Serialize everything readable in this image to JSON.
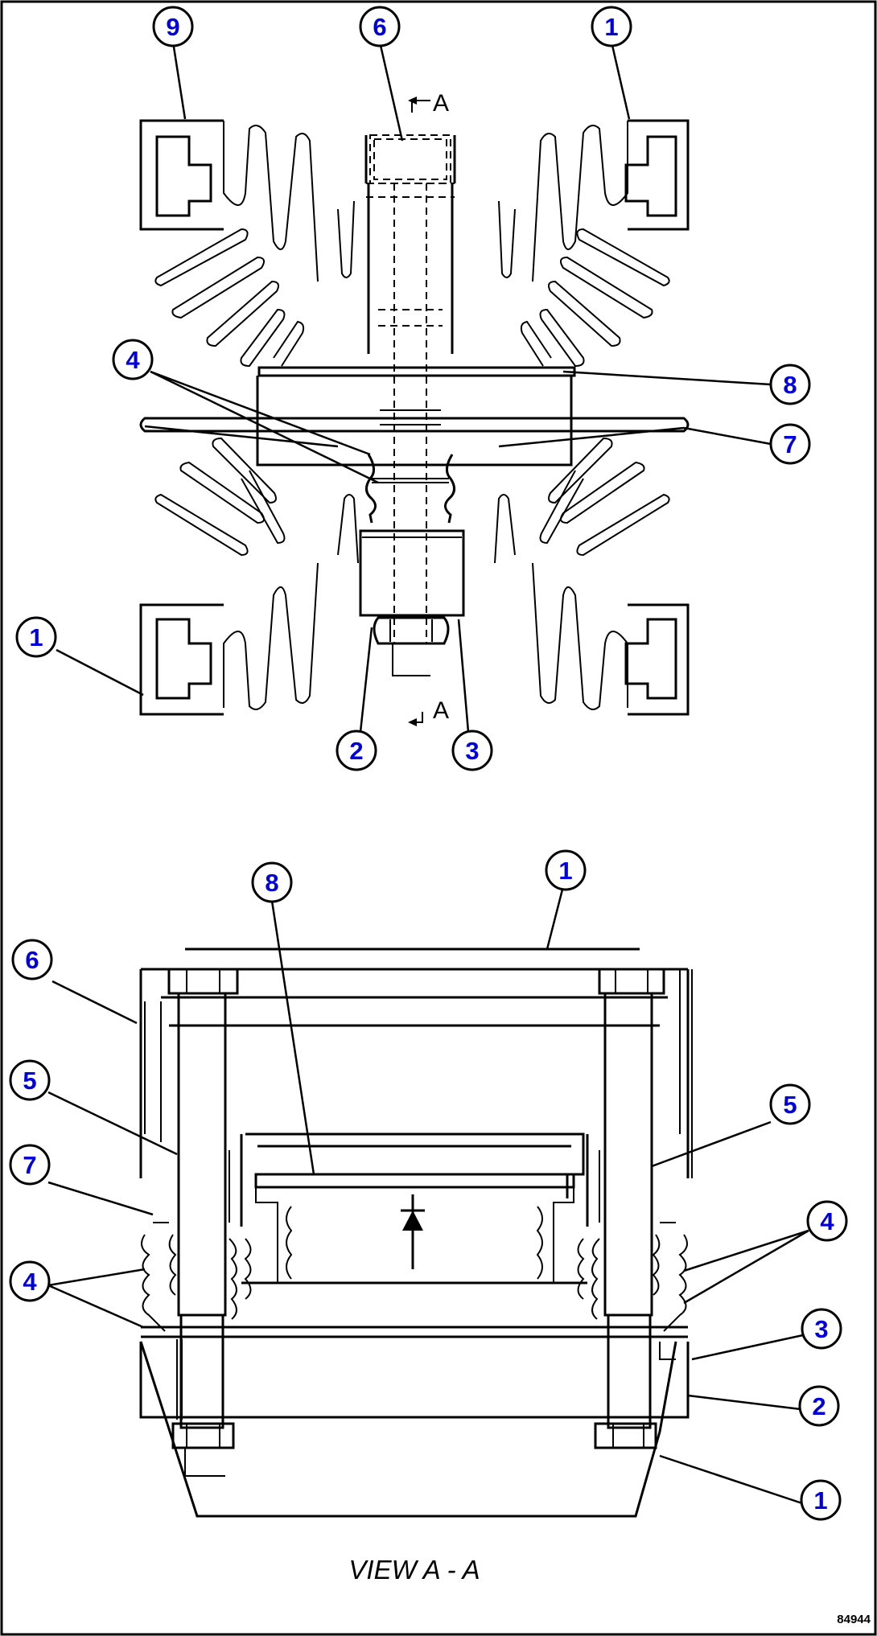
{
  "views": {
    "top": {
      "callouts": [
        {
          "number": "9"
        },
        {
          "number": "6"
        },
        {
          "number": "1"
        },
        {
          "number": "4"
        },
        {
          "number": "8"
        },
        {
          "number": "7"
        },
        {
          "number": "1"
        },
        {
          "number": "2"
        },
        {
          "number": "3"
        }
      ],
      "section_marks": [
        {
          "text": "A"
        },
        {
          "text": "A"
        }
      ]
    },
    "section": {
      "title": "VIEW A - A",
      "callouts": [
        {
          "number": "1"
        },
        {
          "number": "8"
        },
        {
          "number": "6"
        },
        {
          "number": "5"
        },
        {
          "number": "5"
        },
        {
          "number": "7"
        },
        {
          "number": "4"
        },
        {
          "number": "4"
        },
        {
          "number": "3"
        },
        {
          "number": "2"
        },
        {
          "number": "1"
        }
      ]
    }
  },
  "figure_code": "84944"
}
